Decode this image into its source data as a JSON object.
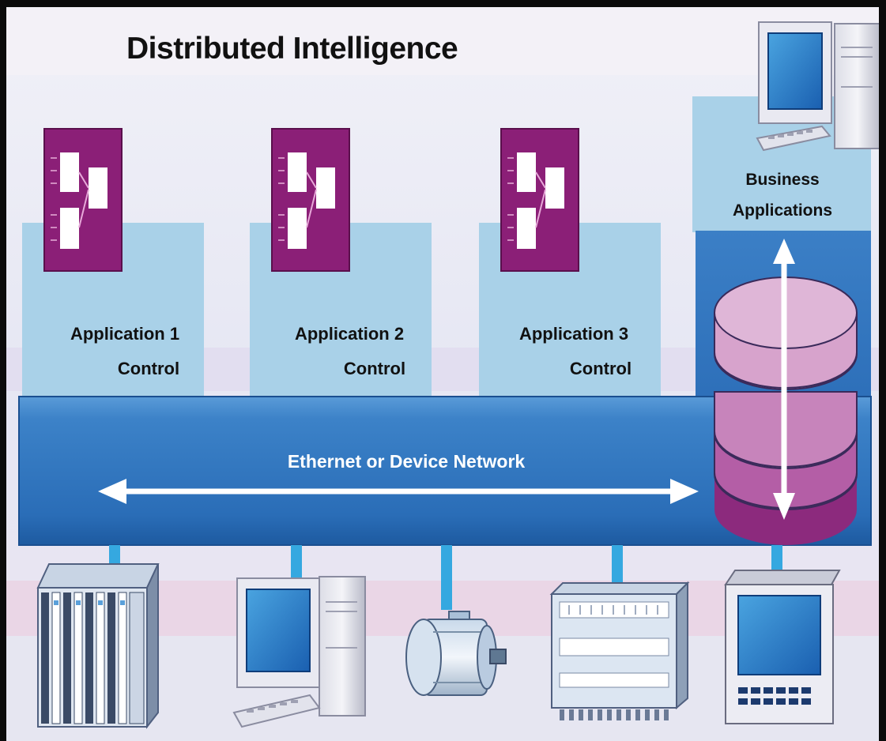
{
  "title": "Distributed Intelligence",
  "applications": [
    {
      "line1": "Application 1",
      "line2": "Control"
    },
    {
      "line1": "Application 2",
      "line2": "Control"
    },
    {
      "line1": "Application 3",
      "line2": "Control"
    }
  ],
  "business": {
    "line1": "Business",
    "line2": "Applications"
  },
  "network_label": "Ethernet or Device Network",
  "devices": [
    "plc-rack",
    "desktop-pc",
    "servo-motor",
    "io-module",
    "hmi-terminal"
  ],
  "colors": {
    "app_module": "#8b1f77",
    "light_panel": "#a9d1e8",
    "network_bar": "#2b6fb8",
    "database_top": "#d7a3cc",
    "database_bottom": "#8c2a7d"
  }
}
